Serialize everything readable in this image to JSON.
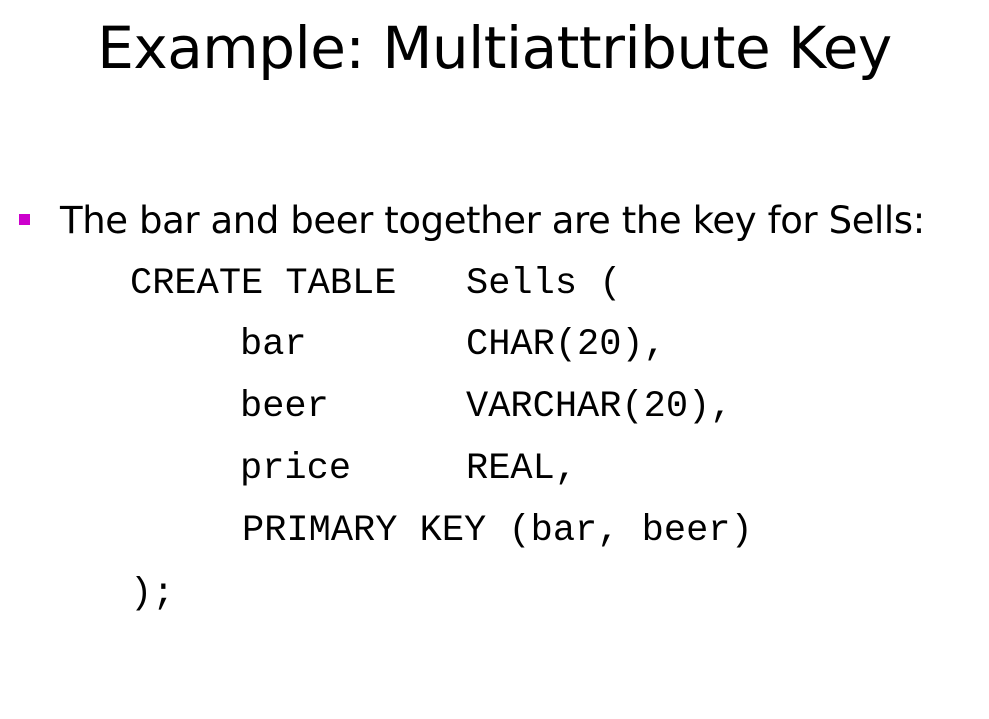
{
  "slide": {
    "title": "Example: Multiattribute Key",
    "bullet": "The bar and beer together are the key for Sells:",
    "bullet_color": "#cc00cc"
  },
  "code": {
    "line1_keyword": "CREATE TABLE",
    "line1_name": "Sells (",
    "columns": [
      {
        "name": "bar",
        "type": "CHAR(20),"
      },
      {
        "name": "beer",
        "type": "VARCHAR(20),"
      },
      {
        "name": "price",
        "type": "REAL,"
      }
    ],
    "primary_key": "PRIMARY KEY (bar, beer)",
    "closing": ");"
  }
}
